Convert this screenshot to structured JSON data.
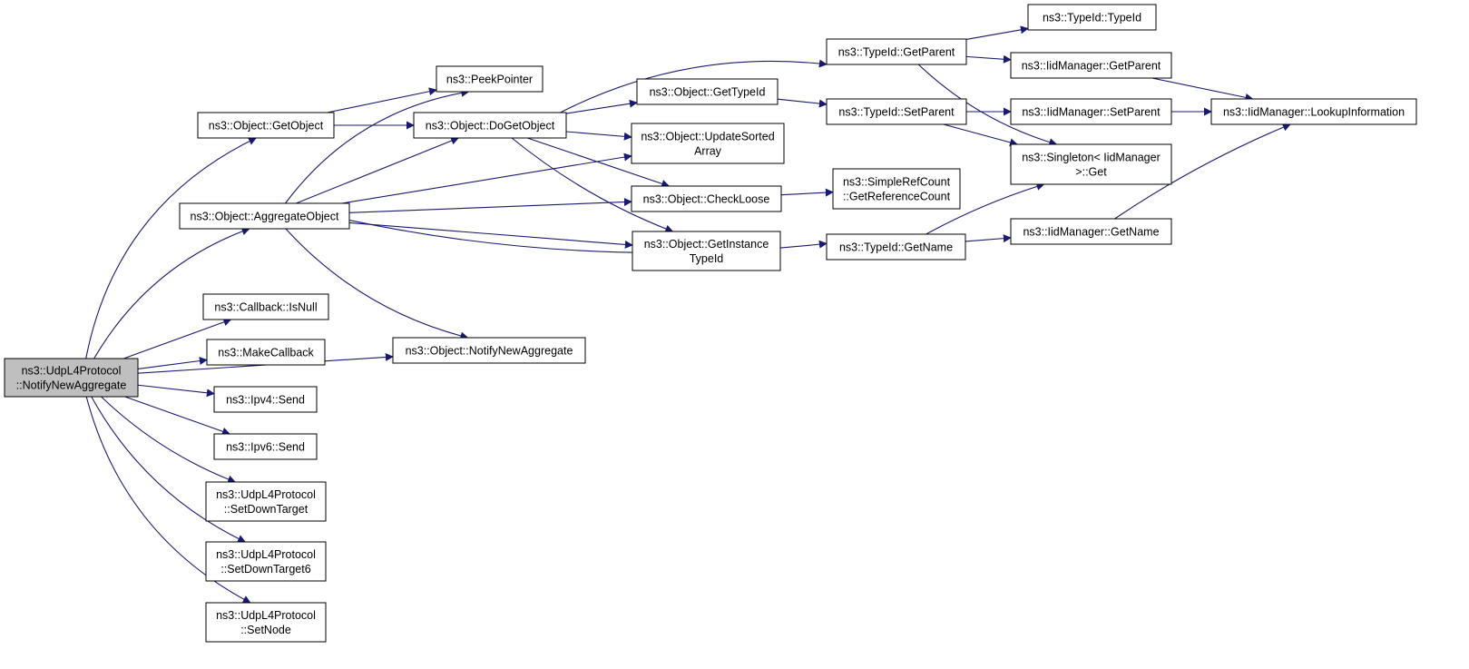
{
  "colors": {
    "edge": "#191970",
    "node_border": "#000000",
    "node_fill": "#ffffff",
    "root_fill": "#bfbfbf",
    "text": "#000000"
  },
  "nodes": [
    {
      "id": "root",
      "lines": [
        "ns3::UdpL4Protocol",
        "::NotifyNewAggregate"
      ],
      "root": true
    },
    {
      "id": "getobject",
      "lines": [
        "ns3::Object::GetObject"
      ]
    },
    {
      "id": "aggregate",
      "lines": [
        "ns3::Object::AggregateObject"
      ]
    },
    {
      "id": "isnull",
      "lines": [
        "ns3::Callback::IsNull"
      ]
    },
    {
      "id": "makecallback",
      "lines": [
        "ns3::MakeCallback"
      ]
    },
    {
      "id": "ipv4send",
      "lines": [
        "ns3::Ipv4::Send"
      ]
    },
    {
      "id": "ipv6send",
      "lines": [
        "ns3::Ipv6::Send"
      ]
    },
    {
      "id": "setdowntarget",
      "lines": [
        "ns3::UdpL4Protocol",
        "::SetDownTarget"
      ]
    },
    {
      "id": "setdowntarget6",
      "lines": [
        "ns3::UdpL4Protocol",
        "::SetDownTarget6"
      ]
    },
    {
      "id": "setnode",
      "lines": [
        "ns3::UdpL4Protocol",
        "::SetNode"
      ]
    },
    {
      "id": "peekpointer",
      "lines": [
        "ns3::PeekPointer"
      ]
    },
    {
      "id": "dogetobject",
      "lines": [
        "ns3::Object::DoGetObject"
      ]
    },
    {
      "id": "notifynew",
      "lines": [
        "ns3::Object::NotifyNewAggregate"
      ]
    },
    {
      "id": "gettypeid",
      "lines": [
        "ns3::Object::GetTypeId"
      ]
    },
    {
      "id": "updatesorted",
      "lines": [
        "ns3::Object::UpdateSorted",
        "Array"
      ]
    },
    {
      "id": "checkloose",
      "lines": [
        "ns3::Object::CheckLoose"
      ]
    },
    {
      "id": "getinstance",
      "lines": [
        "ns3::Object::GetInstance",
        "TypeId"
      ]
    },
    {
      "id": "tgetparent",
      "lines": [
        "ns3::TypeId::GetParent"
      ]
    },
    {
      "id": "tsetparent",
      "lines": [
        "ns3::TypeId::SetParent"
      ]
    },
    {
      "id": "simpleref",
      "lines": [
        "ns3::SimpleRefCount",
        "::GetReferenceCount"
      ]
    },
    {
      "id": "tgetname",
      "lines": [
        "ns3::TypeId::GetName"
      ]
    },
    {
      "id": "ttypeid",
      "lines": [
        "ns3::TypeId::TypeId"
      ]
    },
    {
      "id": "igetparent",
      "lines": [
        "ns3::IidManager::GetParent"
      ]
    },
    {
      "id": "isetparent",
      "lines": [
        "ns3::IidManager::SetParent"
      ]
    },
    {
      "id": "singleton",
      "lines": [
        "ns3::Singleton< IidManager",
        ">::Get"
      ]
    },
    {
      "id": "igetname",
      "lines": [
        "ns3::IidManager::GetName"
      ]
    },
    {
      "id": "lookup",
      "lines": [
        "ns3::IidManager::LookupInformation"
      ]
    }
  ],
  "edges": [
    [
      "root",
      "getobject"
    ],
    [
      "root",
      "aggregate"
    ],
    [
      "root",
      "notifynew"
    ],
    [
      "root",
      "isnull"
    ],
    [
      "root",
      "makecallback"
    ],
    [
      "root",
      "ipv4send"
    ],
    [
      "root",
      "ipv6send"
    ],
    [
      "root",
      "setdowntarget"
    ],
    [
      "root",
      "setdowntarget6"
    ],
    [
      "root",
      "setnode"
    ],
    [
      "getobject",
      "peekpointer"
    ],
    [
      "getobject",
      "dogetobject"
    ],
    [
      "aggregate",
      "peekpointer"
    ],
    [
      "aggregate",
      "dogetobject"
    ],
    [
      "aggregate",
      "updatesorted"
    ],
    [
      "aggregate",
      "checkloose"
    ],
    [
      "aggregate",
      "getinstance"
    ],
    [
      "aggregate",
      "tgetname"
    ],
    [
      "aggregate",
      "notifynew"
    ],
    [
      "dogetobject",
      "tgetparent"
    ],
    [
      "dogetobject",
      "gettypeid"
    ],
    [
      "dogetobject",
      "updatesorted"
    ],
    [
      "dogetobject",
      "checkloose"
    ],
    [
      "dogetobject",
      "getinstance"
    ],
    [
      "gettypeid",
      "tsetparent"
    ],
    [
      "checkloose",
      "simpleref"
    ],
    [
      "tgetparent",
      "ttypeid"
    ],
    [
      "tgetparent",
      "igetparent"
    ],
    [
      "tgetparent",
      "singleton"
    ],
    [
      "tsetparent",
      "isetparent"
    ],
    [
      "tsetparent",
      "singleton"
    ],
    [
      "tgetname",
      "singleton"
    ],
    [
      "tgetname",
      "igetname"
    ],
    [
      "igetparent",
      "lookup"
    ],
    [
      "isetparent",
      "lookup"
    ],
    [
      "igetname",
      "lookup"
    ]
  ]
}
